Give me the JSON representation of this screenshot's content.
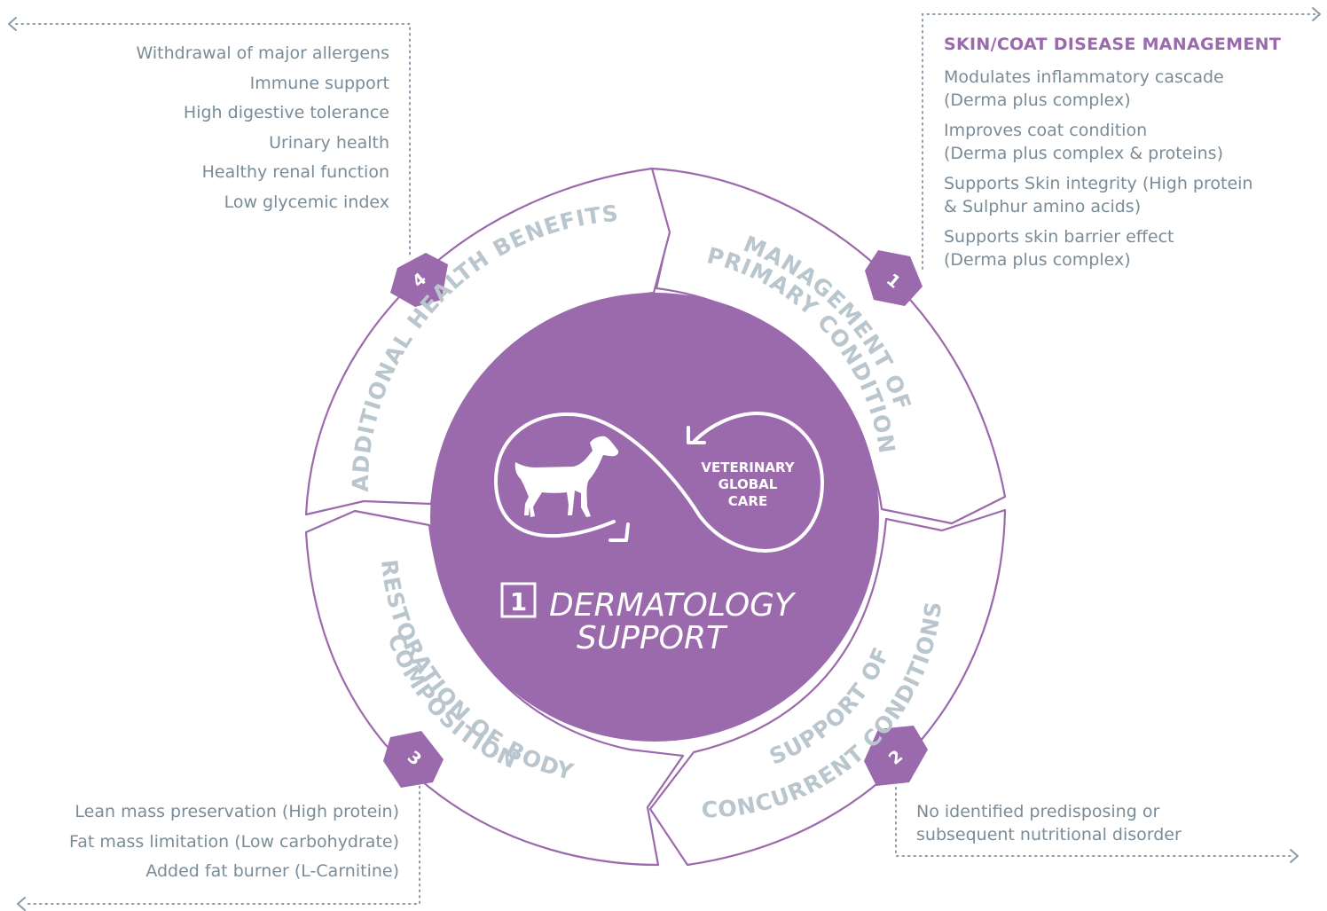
{
  "colors": {
    "purple": "#9b6aad",
    "ring_stroke": "#9b6aad",
    "label_grey": "#b9c6ce",
    "text_grey": "#7a8c98",
    "white": "#ffffff"
  },
  "center": {
    "loop_label_1": "VETERINARY",
    "loop_label_2": "GLOBAL",
    "loop_label_3": "CARE",
    "number": "1",
    "title_1": "DERMATOLOGY",
    "title_2": "SUPPORT",
    "icons": [
      "dog-icon",
      "infinity-loop-icon",
      "arrow-icon"
    ]
  },
  "segments": [
    {
      "number": "1",
      "line1": "MANAGEMENT OF",
      "line2": "PRIMARY CONDITION"
    },
    {
      "number": "2",
      "line1": "SUPPORT OF",
      "line2": "CONCURRENT CONDITIONS"
    },
    {
      "number": "3",
      "line1": "RESTORATION OF BODY",
      "line2": "COMPOSITION"
    },
    {
      "number": "4",
      "line1": "ADDITIONAL HEALTH BENEFITS",
      "line2": ""
    }
  ],
  "top_left": {
    "items": [
      "Withdrawal of major allergens",
      "Immune support",
      "High digestive tolerance",
      "Urinary health",
      "Healthy renal function",
      "Low glycemic index"
    ]
  },
  "top_right": {
    "heading": "SKIN/COAT DISEASE MANAGEMENT",
    "items": [
      {
        "l1": "Modulates inflammatory cascade",
        "l2": "(Derma plus complex)"
      },
      {
        "l1": "Improves coat condition",
        "l2": "(Derma plus complex & proteins)"
      },
      {
        "l1": "Supports Skin integrity (High protein",
        "l2": "& Sulphur amino acids)"
      },
      {
        "l1": "Supports skin barrier effect",
        "l2": "(Derma plus complex)"
      }
    ]
  },
  "bottom_left": {
    "items": [
      "Lean mass preservation (High protein)",
      "Fat mass limitation (Low carbohydrate)",
      "Added fat burner (L-Carnitine)"
    ]
  },
  "bottom_right": {
    "l1": "No identified predisposing or",
    "l2": "subsequent nutritional disorder"
  }
}
